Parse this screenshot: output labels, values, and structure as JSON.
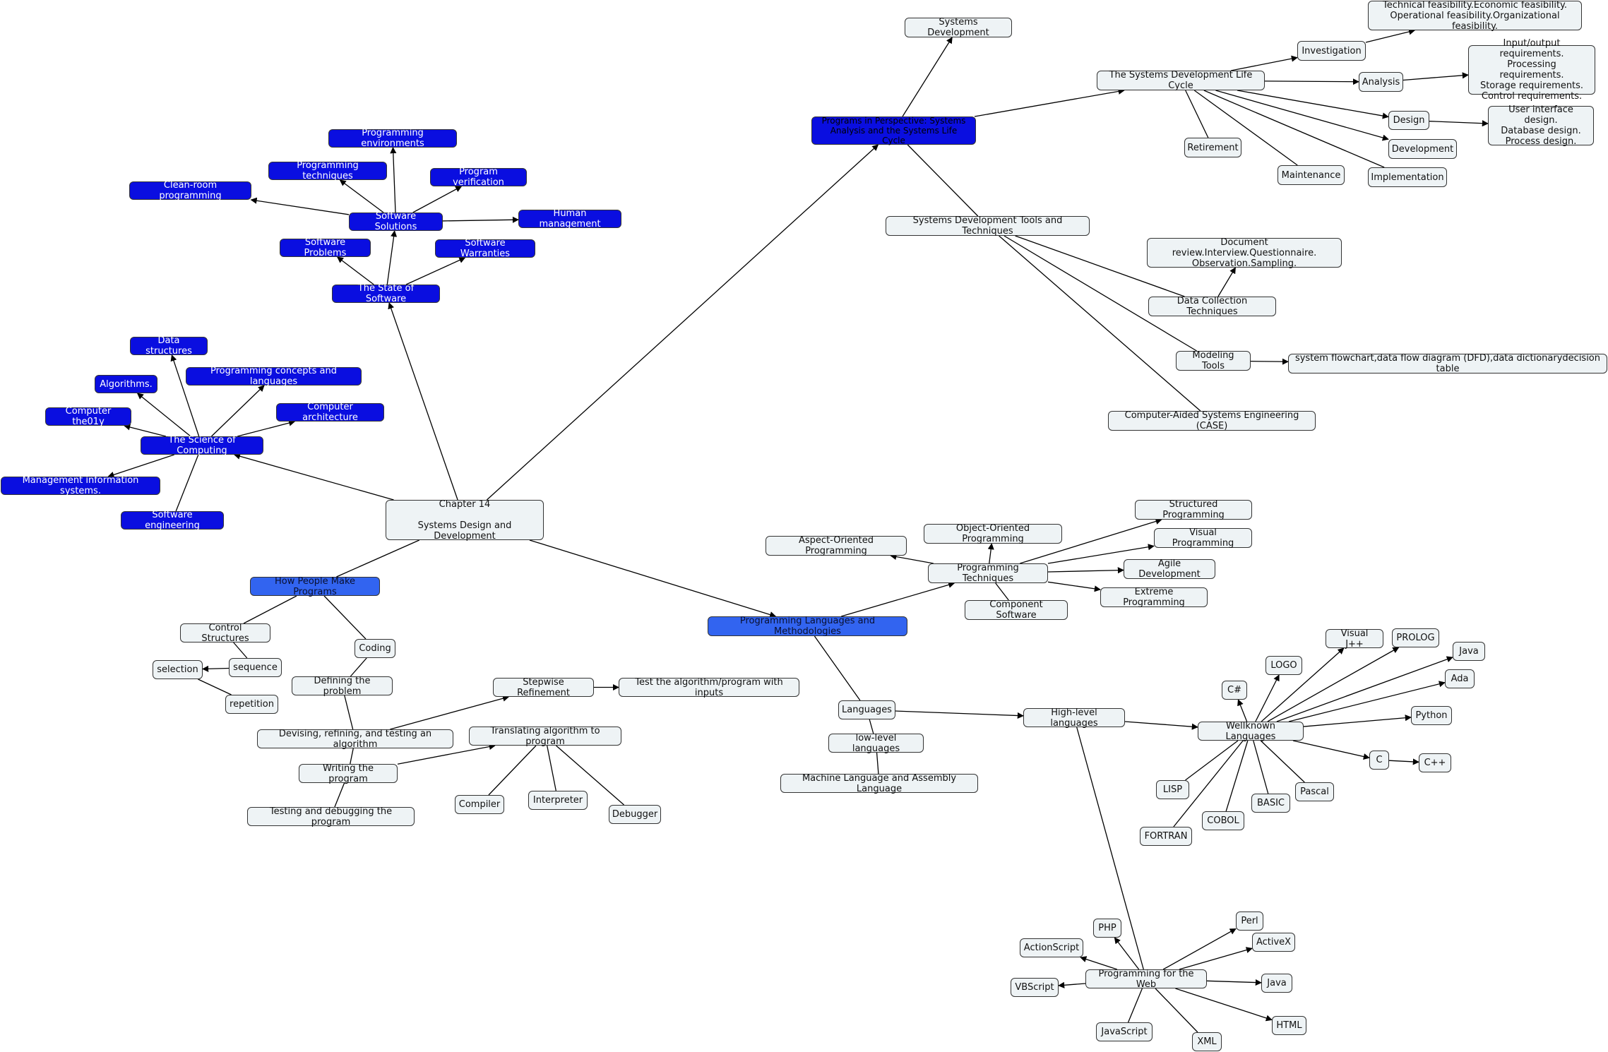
{
  "diagram": {
    "title": "Chapter 14 Systems Design and Development",
    "nodes": {
      "root": {
        "label": "Chapter 14\n\nSystems Design and Development"
      },
      "science": {
        "label": "The Science of Computing"
      },
      "data_structures": {
        "label": "Data structures"
      },
      "algorithms": {
        "label": "Algorithms."
      },
      "prog_concepts": {
        "label": "Programming concepts and languages"
      },
      "computer_theory": {
        "label": "Computer the01y"
      },
      "comp_arch": {
        "label": "Computer architecture"
      },
      "mis": {
        "label": "Management information systems."
      },
      "soft_eng": {
        "label": "Software engineering"
      },
      "state_software": {
        "label": "The State of Software"
      },
      "soft_problems": {
        "label": "Software Problems"
      },
      "soft_warranties": {
        "label": "Software Warranties"
      },
      "soft_solutions": {
        "label": "Software Solutions"
      },
      "prog_env": {
        "label": "Programming environments"
      },
      "prog_tech_sw": {
        "label": "Programming techniques"
      },
      "program_verif": {
        "label": "Program verification"
      },
      "cleanroom": {
        "label": "Clean-room programming"
      },
      "human_mgmt": {
        "label": "Human management"
      },
      "prog_perspective": {
        "label": "Programs in Perspective: Systems Analysis and the Systems Life Cycle"
      },
      "sys_dev": {
        "label": "Systems Development"
      },
      "sdlc": {
        "label": "The Systems Development Life Cycle"
      },
      "investigation": {
        "label": "Investigation"
      },
      "feasibility": {
        "label": "Technical feasibility.Economic feasibility.\nOperational feasibility.Organizational feasibility."
      },
      "analysis": {
        "label": "Analysis"
      },
      "requirements": {
        "label": "Input/output requirements.\nProcessing requirements.\nStorage requirements.\nControl requirements."
      },
      "design": {
        "label": "Design"
      },
      "design_detail": {
        "label": "User interface design.\nDatabase design.\nProcess design."
      },
      "development": {
        "label": "Development"
      },
      "implementation": {
        "label": "Implementation"
      },
      "maintenance": {
        "label": "Maintenance"
      },
      "retirement": {
        "label": "Retirement"
      },
      "sd_tools": {
        "label": "Systems Development Tools and Techniques"
      },
      "doc_review": {
        "label": "Document review.Interview.Questionnaire.\nObservation.Sampling."
      },
      "data_collection": {
        "label": "Data Collection Techniques"
      },
      "modeling_tools": {
        "label": "Modeling Tools"
      },
      "flowchart": {
        "label": "system flowchart,data flow diagram (DFD),data dictionarydecision table"
      },
      "case": {
        "label": "Computer-Aided Systems Engineering (CASE)"
      },
      "how_people": {
        "label": "How People Make Programs"
      },
      "control_structures": {
        "label": "Control Structures"
      },
      "sequence": {
        "label": "sequence"
      },
      "selection": {
        "label": "selection"
      },
      "repetition": {
        "label": "repetition"
      },
      "coding": {
        "label": "Coding"
      },
      "defining": {
        "label": "Defining the problem"
      },
      "devising": {
        "label": "Devising, refining, and testing an algorithm"
      },
      "stepwise": {
        "label": "Stepwise Refinement"
      },
      "test_algo": {
        "label": "Test the algorithm/program with inputs"
      },
      "writing": {
        "label": "Writing the program"
      },
      "translating": {
        "label": "Translating algorithm to program"
      },
      "testing_debug": {
        "label": "Testing and debugging the program"
      },
      "compiler": {
        "label": "Compiler"
      },
      "interpreter": {
        "label": "Interpreter"
      },
      "debugger": {
        "label": "Debugger"
      },
      "plm": {
        "label": "Programming Languages and Methodologies"
      },
      "prog_techniques": {
        "label": "Programming Techniques"
      },
      "aop": {
        "label": "Aspect-Oriented Programming"
      },
      "oop": {
        "label": "Object-Oriented Programming"
      },
      "structured": {
        "label": "Structured Programming"
      },
      "visual": {
        "label": "Visual Programming"
      },
      "agile": {
        "label": "Agile Development"
      },
      "extreme": {
        "label": "Extreme Programming"
      },
      "component": {
        "label": "Component Software"
      },
      "languages": {
        "label": "Languages"
      },
      "low_level": {
        "label": "low-level languages"
      },
      "machine": {
        "label": "Machine Language and Assembly Language"
      },
      "high_level": {
        "label": "High-level languages"
      },
      "wellknown": {
        "label": "Wellknown Languages"
      },
      "csharp": {
        "label": "C#"
      },
      "logo": {
        "label": "LOGO"
      },
      "visualj": {
        "label": "Visual J++"
      },
      "prolog": {
        "label": "PROLOG"
      },
      "java1": {
        "label": "Java"
      },
      "ada": {
        "label": "Ada"
      },
      "python": {
        "label": "Python"
      },
      "c": {
        "label": "C"
      },
      "cpp": {
        "label": "C++"
      },
      "lisp": {
        "label": "LISP"
      },
      "fortran": {
        "label": "FORTRAN"
      },
      "cobol": {
        "label": "COBOL"
      },
      "basic": {
        "label": "BASIC"
      },
      "pascal": {
        "label": "Pascal"
      },
      "web": {
        "label": "Programming for the Web"
      },
      "php": {
        "label": "PHP"
      },
      "actionscript": {
        "label": "ActionScript"
      },
      "vbscript": {
        "label": "VBScript"
      },
      "javascript": {
        "label": "JavaScript"
      },
      "xml": {
        "label": "XML"
      },
      "html": {
        "label": "HTML"
      },
      "java2": {
        "label": "Java"
      },
      "activex": {
        "label": "ActiveX"
      },
      "perl": {
        "label": "Perl"
      }
    }
  },
  "colors": {
    "concept_blue": "#0a0ee0",
    "concept_mid": "#3264f0",
    "node_fill": "#eef3f5",
    "line": "#000000"
  }
}
